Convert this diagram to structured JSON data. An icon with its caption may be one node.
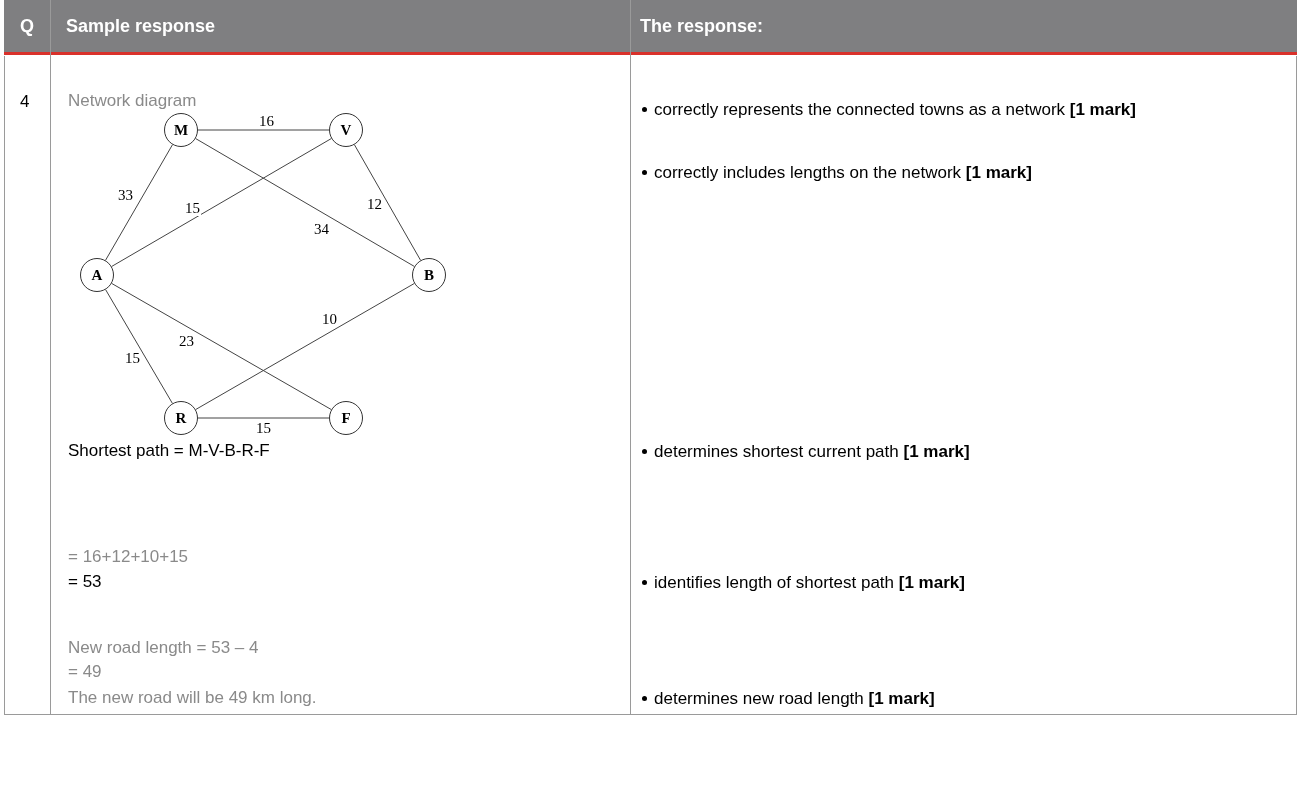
{
  "diagram": {
    "nodes": [
      {
        "text": [
          "M"
        ]
      },
      {
        "text": [
          "V"
        ]
      },
      {
        "text": [
          "A"
        ]
      },
      {
        "text": [
          "B"
        ]
      },
      {
        "text": [
          "R"
        ]
      },
      {
        "text": [
          "F"
        ]
      }
    ],
    "edges": [
      {
        "from": 0,
        "to": 1,
        "arrow": "none",
        "label": "16"
      },
      {
        "from": 0,
        "to": 2,
        "arrow": "none",
        "label": "33"
      },
      {
        "from": 2,
        "to": 1,
        "arrow": "none",
        "label": "15"
      },
      {
        "from": 0,
        "to": 3,
        "arrow": "none",
        "label": "34"
      },
      {
        "from": 1,
        "to": 3,
        "arrow": "none",
        "label": "12"
      },
      {
        "from": 4,
        "to": 3,
        "arrow": "none",
        "label": "10"
      },
      {
        "from": 2,
        "to": 5,
        "arrow": "none",
        "label": "23"
      },
      {
        "from": 2,
        "to": 4,
        "arrow": "none",
        "label": "15"
      },
      {
        "from": 4,
        "to": 5,
        "arrow": "none",
        "label": "15"
      }
    ],
    "labels": [
      "Q",
      "Sample response",
      "The response:",
      "4",
      "Network diagram",
      "Shortest path = M-V-B-R-F",
      "= 16+12+10+15",
      "= 53",
      "New road length = 53 – 4",
      "= 49",
      "The new road will be 49 km long.",
      "correctly represents the connected towns as a network **[1 mark]**",
      "correctly includes lengths on the network **[1 mark]**",
      "determines shortest current path **[1 mark]**",
      "identifies length of shortest path **[1 mark]**",
      "determines new road length **[1 mark]**"
    ]
  }
}
